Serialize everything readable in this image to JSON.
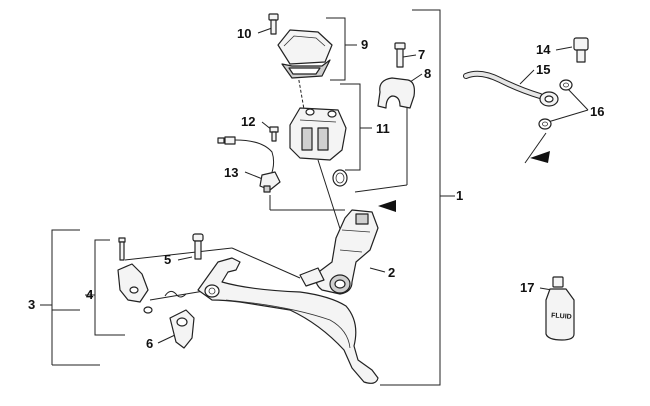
{
  "callouts": [
    "1",
    "2",
    "3",
    "4",
    "5",
    "6",
    "7",
    "8",
    "9",
    "10",
    "11",
    "12",
    "13",
    "14",
    "15",
    "16",
    "17"
  ],
  "bottle_label": "FLUID"
}
